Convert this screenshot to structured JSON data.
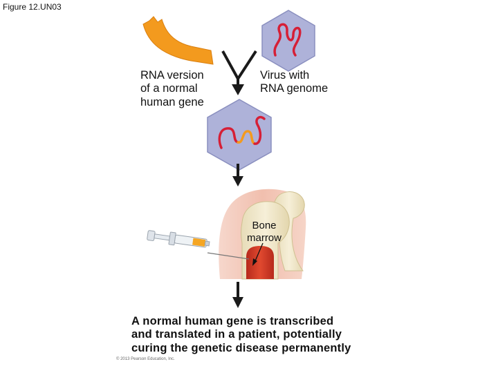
{
  "figure_label": "Figure 12.UN03",
  "labels": {
    "rna_version": [
      "RNA version",
      "of a normal",
      "human gene"
    ],
    "virus": [
      "Virus with",
      "RNA genome"
    ],
    "bone_marrow": [
      "Bone",
      "marrow"
    ],
    "result": [
      "A normal human gene is transcribed",
      "and translated in a patient, potentially",
      "curing the genetic disease permanently"
    ],
    "copyright": "© 2013 Pearson Education, Inc."
  },
  "colors": {
    "gene_strand": "#f39a1e",
    "viral_rna": "#d61f36",
    "capsid": "#aeb2d9",
    "capsid_edge": "#8a8fbf",
    "arrow": "#1a1a1a",
    "bone": "#ece3c4",
    "skin": "#f1c3b6",
    "marrow": "#cf3a26"
  }
}
